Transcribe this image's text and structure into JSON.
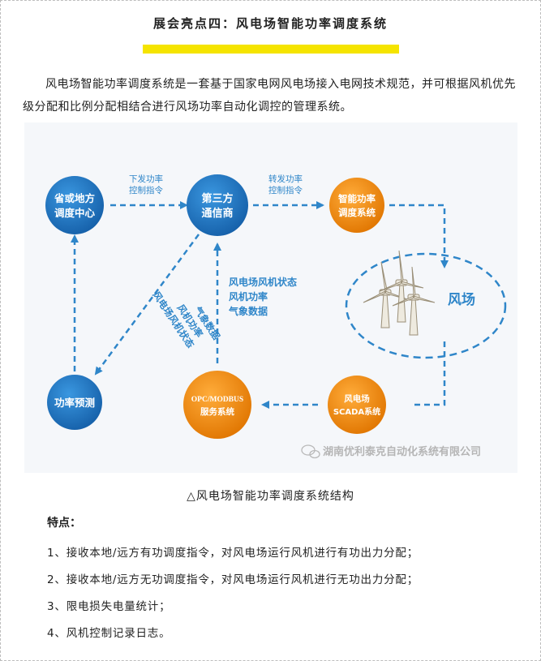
{
  "title": "展会亮点四：风电场智能功率调度系统",
  "intro": "风电场智能功率调度系统是一套基于国家电网风电场接入电网技术规范，并可根据风机优先级分配和比例分配相结合进行风场功率自动化调控的管理系统。",
  "diagram": {
    "nodes": {
      "dispatch_center": [
        "省或地方",
        "调度中心"
      ],
      "third_party": [
        "第三方",
        "通信商"
      ],
      "smart_power": [
        "智能功率",
        "调度系统"
      ],
      "power_forecast": [
        "功率预测"
      ],
      "opc_modbus": [
        "OPC/MODBUS",
        "服务系统"
      ],
      "scada": [
        "风电场",
        "SCADA系统"
      ]
    },
    "wind_farm_label": "风场",
    "edge_labels": {
      "issue_command": [
        "下发功率",
        "控制指令"
      ],
      "forward_command": [
        "转发功率",
        "控制指令"
      ],
      "status_center": [
        "风电场风机状态",
        "风机功率",
        "气象数据"
      ],
      "status_diagonal": [
        "风电场风机状态",
        "风机功率",
        "气象数据"
      ]
    },
    "watermark": "湖南优利泰克自动化系统有限公司",
    "colors": {
      "blue_node": "#1e78c8",
      "orange_node": "#f08c0a",
      "arrow": "#2f86c9",
      "label_text": "#2f86c9"
    }
  },
  "caption": "△风电场智能功率调度系统结构",
  "features": {
    "heading": "特点：",
    "items": [
      "1、接收本地/远方有功调度指令，对风电场运行风机进行有功出力分配；",
      "2、接收本地/远方无功调度指令，对风电场运行风机进行无功出力分配；",
      "3、限电损失电量统计；",
      "4、风机控制记录日志。"
    ]
  }
}
